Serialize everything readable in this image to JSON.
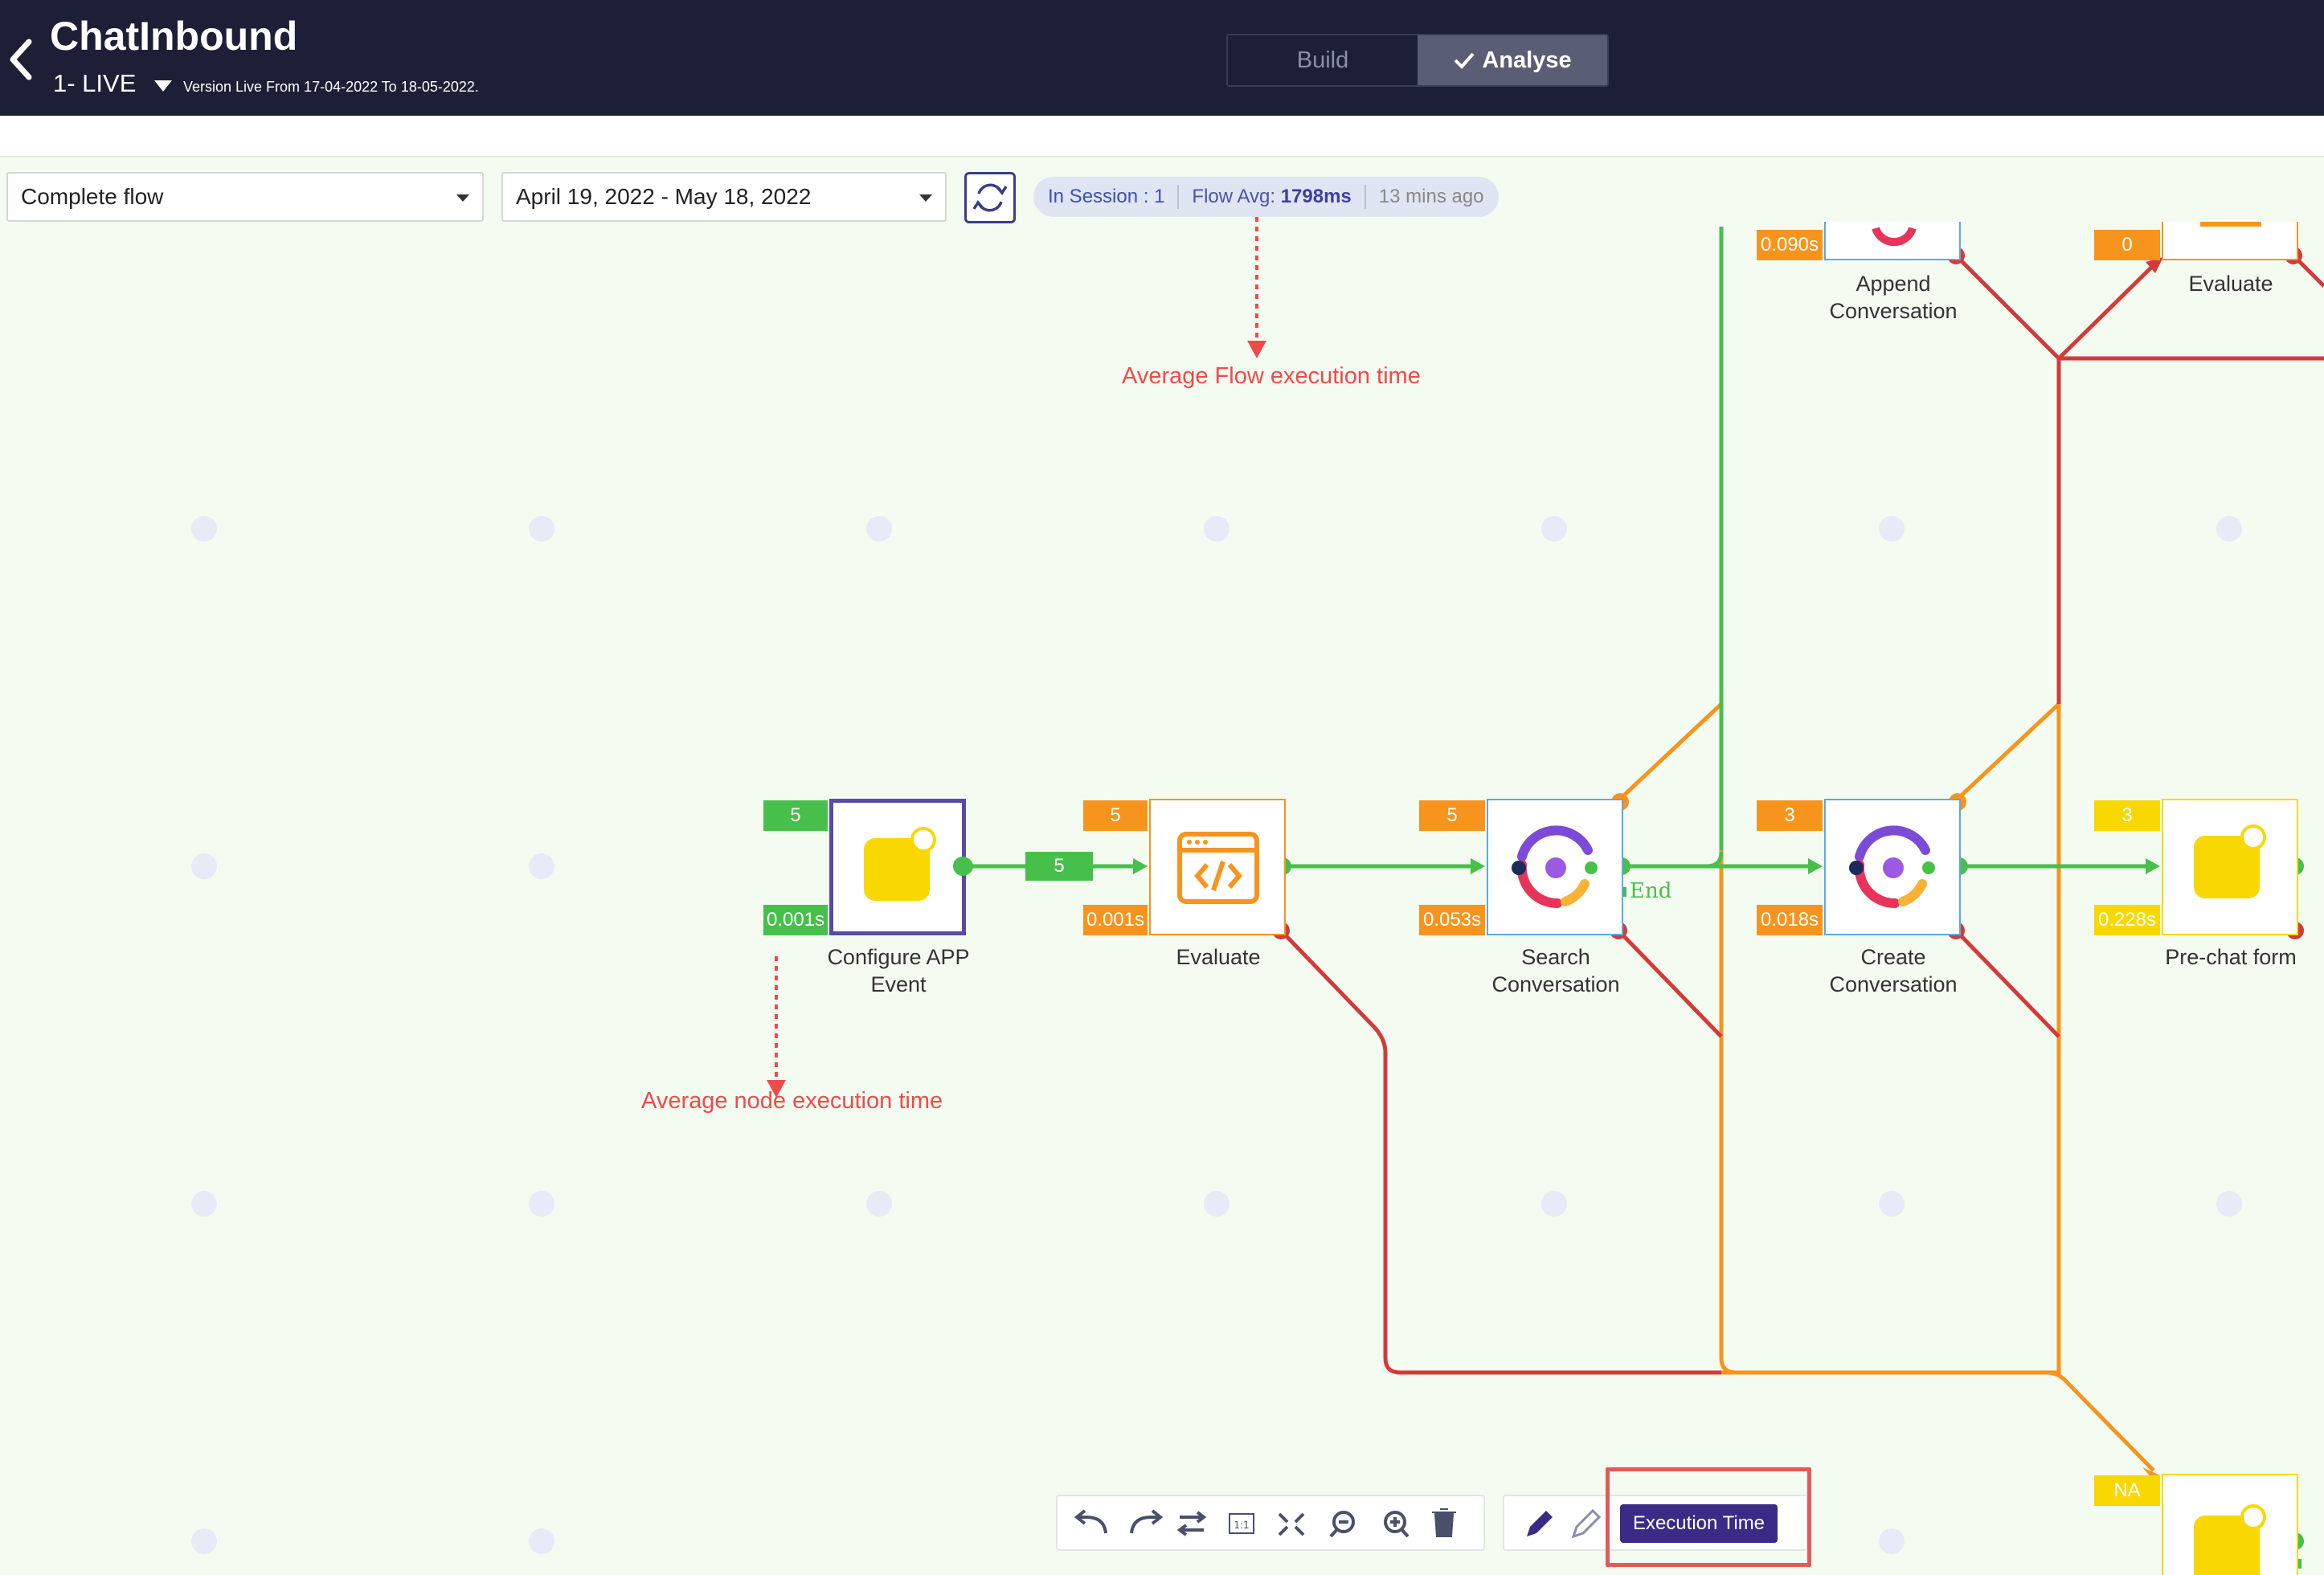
{
  "header": {
    "title": "ChatInbound",
    "version": "1- LIVE",
    "version_note": "Version Live From 17-04-2022 To 18-05-2022.",
    "tabs": {
      "build": "Build",
      "analyse": "Analyse"
    }
  },
  "toolbar": {
    "flow_select": "Complete flow",
    "date_range": "April 19, 2022 - May 18, 2022",
    "stats": {
      "in_session": "In Session : 1",
      "flow_avg_label": "Flow Avg:",
      "flow_avg_value": "1798ms",
      "updated": "13 mins ago"
    }
  },
  "annotations": {
    "flow_time": "Average Flow execution time",
    "node_time": "Average node execution time"
  },
  "nodes": {
    "configure": {
      "label1": "Configure APP",
      "label2": "Event",
      "count": "5",
      "time": "0.001s"
    },
    "evaluate1": {
      "label": "Evaluate",
      "count": "5",
      "time": "0.001s"
    },
    "search": {
      "label1": "Search",
      "label2": "Conversation",
      "count": "5",
      "time": "0.053s"
    },
    "create": {
      "label1": "Create",
      "label2": "Conversation",
      "count": "3",
      "time": "0.018s"
    },
    "prechat": {
      "label": "Pre-chat form",
      "count": "3",
      "time": "0.228s"
    },
    "append": {
      "label1": "Append",
      "label2": "Conversation",
      "time": "0.090s"
    },
    "evaluate2": {
      "label": "Evaluate",
      "count": "0"
    },
    "bottom": {
      "count": "NA"
    }
  },
  "edge_count": "5",
  "end_label": "End",
  "bottom_toolbar": {
    "execution_time": "Execution Time"
  },
  "colors": {
    "green": "#46c04a",
    "orange": "#f7941d",
    "red": "#d33a3a",
    "purple": "#5a4aa4",
    "yellow": "#f8d800",
    "blue": "#5aa9e6"
  }
}
